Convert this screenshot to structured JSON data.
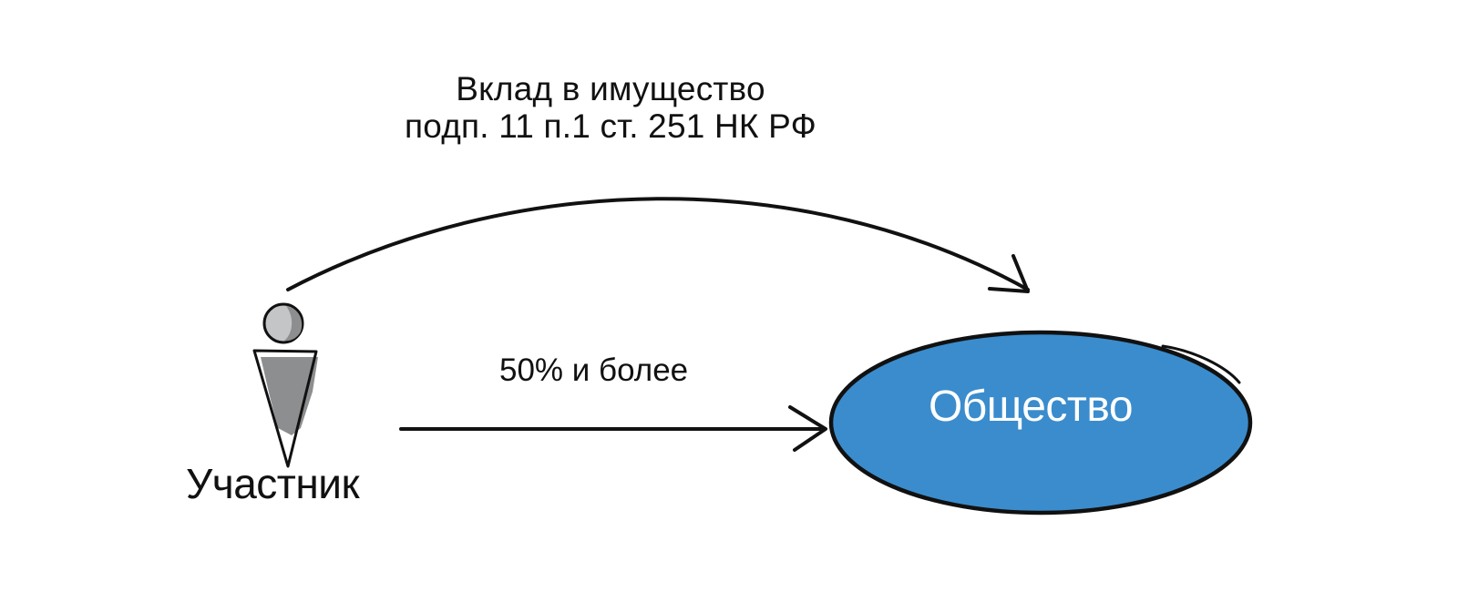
{
  "diagram": {
    "arc_label": {
      "line1": "Вклад в имущество",
      "line2": "подп. 11 п.1 ст. 251 НК РФ"
    },
    "straight_label": "50% и более",
    "participant": {
      "label": "Участник",
      "icon": "person-icon"
    },
    "company": {
      "label": "Общество",
      "fill_color": "#3a8ccd"
    },
    "colors": {
      "ink": "#111111",
      "figure_shadow": "#8d8e90",
      "figure_head": "#c4c5c7"
    }
  }
}
